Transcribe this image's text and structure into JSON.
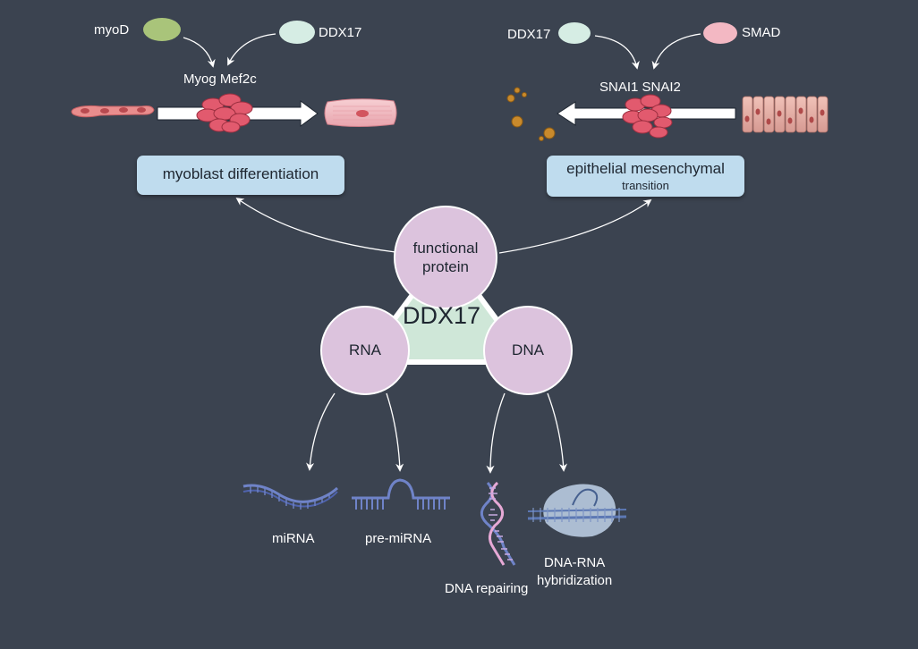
{
  "diagram": {
    "colors": {
      "background": "#3b4350",
      "box": "#bfdcee",
      "circle": "#dcc3dd",
      "triangle": "#cfe7d8",
      "myod_oval": "#a9c47a",
      "ddx17_oval": "#d6ede4",
      "smad_oval": "#f3b8c3",
      "cluster": "#e25a6e"
    },
    "top_left": {
      "factor1": "myoD",
      "factor2": "DDX17",
      "targets": "Myog Mef2c",
      "process": "myoblast differentiation"
    },
    "top_right": {
      "factor1": "DDX17",
      "factor2": "SMAD",
      "targets": "SNAI1 SNAI2",
      "process_line1": "epithelial mesenchymal",
      "process_line2": "transition"
    },
    "center": {
      "title": "DDX17",
      "node_protein": "functional\nprotein",
      "node_rna": "RNA",
      "node_dna": "DNA"
    },
    "bottom": {
      "mirna": "miRNA",
      "pre_mirna": "pre-miRNA",
      "dna_repairing": "DNA repairing",
      "dna_rna_hybridization": "DNA-RNA\nhybridization"
    }
  }
}
